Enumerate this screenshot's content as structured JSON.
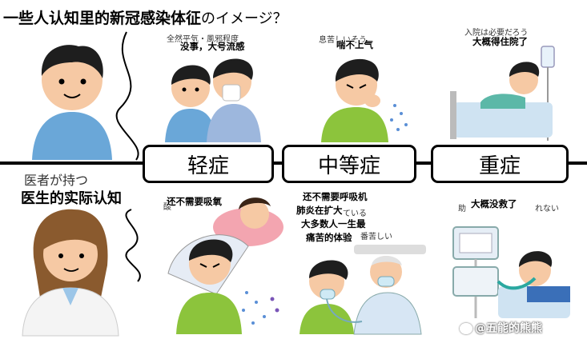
{
  "header": {
    "title_zh": "一些人认知里的新冠感染体征",
    "title_jp_suffix": "のイメージ？"
  },
  "doctor_section": {
    "title": "医生的实际认知",
    "ghost_jp": "医者が持つ"
  },
  "stages": [
    {
      "label": "轻症"
    },
    {
      "label": "中等症"
    },
    {
      "label": "重症"
    }
  ],
  "public_view": {
    "mild_caption": "没事，大号流感",
    "mild_ghost": "全然平気・風邪程度",
    "moderate_caption": "喘不上气",
    "moderate_ghost": "息苦しいそう",
    "severe_caption": "大概得住院了",
    "severe_ghost": "入院は必要だろう"
  },
  "doctor_view": {
    "mild_caption": "还不需要吸氧",
    "mild_ghost": "酸",
    "moderate_captions": [
      "还不需要呼吸机",
      "肺炎在扩大",
      "大多数人一生最",
      "痛苦的体验"
    ],
    "moderate_ghost_1": "ている",
    "moderate_ghost_2": "番苦しい",
    "severe_caption": "大概没救了",
    "severe_ghost_prefix": "助",
    "severe_ghost_suffix": "れない"
  },
  "watermark": {
    "text": "@五能的熊熊"
  },
  "colors": {
    "skin": "#f6c9a4",
    "hair": "#1e1e1e",
    "shirt_blue": "#6aa7d8",
    "shirt_green": "#8cc43c",
    "hospital": "#cfe3f2"
  }
}
